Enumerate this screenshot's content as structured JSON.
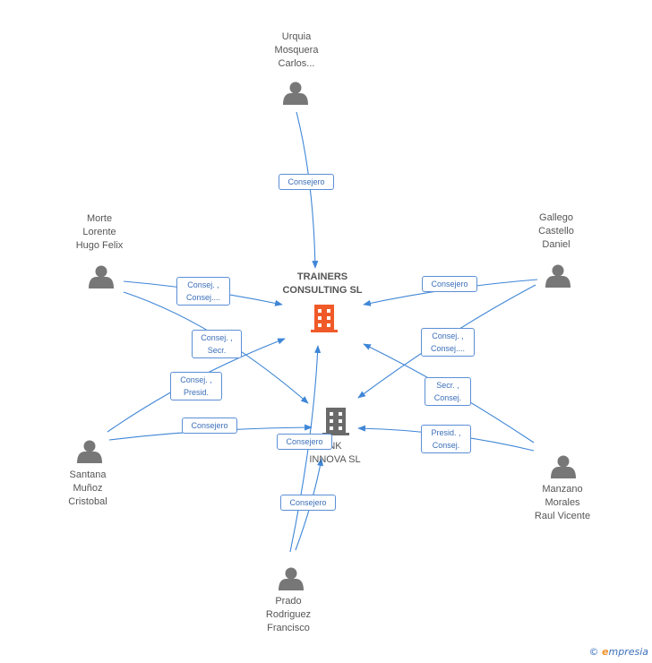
{
  "companies": {
    "main": {
      "name": "TRAINERS\nCONSULTING SL",
      "color": "#f05a28"
    },
    "other": {
      "name": "NK\nINNOVA SL",
      "color": "#6a6a6a"
    }
  },
  "people": {
    "urquia": "Urquia\nMosquera\nCarlos...",
    "morte": "Morte\nLorente\nHugo Felix",
    "gallego": "Gallego\nCastello\nDaniel",
    "santana": "Santana\nMuñoz\nCristobal",
    "manzano": "Manzano\nMorales\nRaul Vicente",
    "prado": "Prado\nRodriguez\nFrancisco"
  },
  "edge_labels": {
    "urquia_main": "Consejero",
    "morte_main": "Consej. ,\nConsej....",
    "morte_other": "Consej. ,\nSecr.",
    "gallego_main": "Consejero",
    "gallego_other": "Consej. ,\nConsej....",
    "santana_main": "Consej. ,\nPresid.",
    "santana_other": "Consejero",
    "manzano_main": "Secr. ,\nConsej.",
    "manzano_other": "Presid. ,\nConsej.",
    "prado_main": "Consejero",
    "prado_other": "Consejero"
  },
  "colors": {
    "edge": "#3f86d6",
    "person_icon": "#777777",
    "label_border": "#5b8fd6"
  },
  "footer": {
    "copyright": "©",
    "brand_e": "e",
    "brand_rest": "mpresia"
  }
}
